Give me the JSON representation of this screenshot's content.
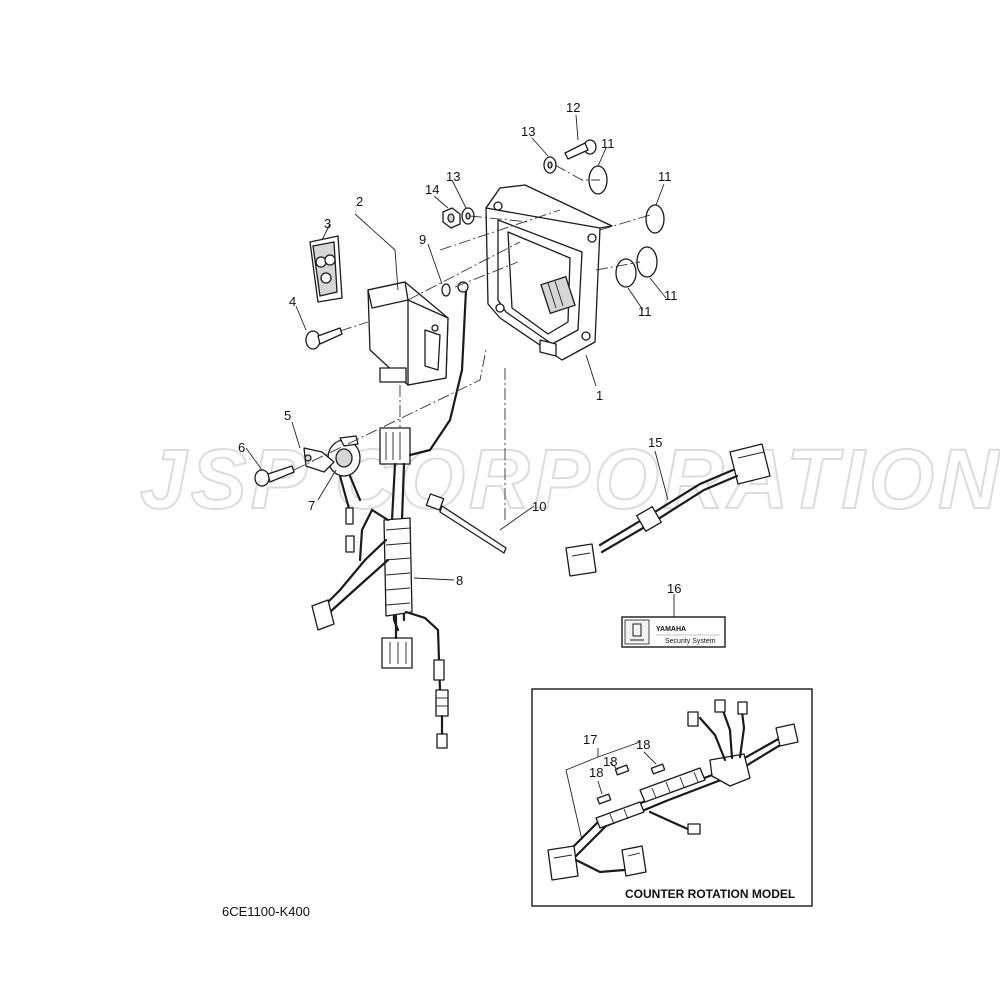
{
  "watermark": {
    "text": "JSP CORPORATION"
  },
  "callouts": [
    {
      "id": "c1",
      "label": "1"
    },
    {
      "id": "c2",
      "label": "2"
    },
    {
      "id": "c3",
      "label": "3"
    },
    {
      "id": "c4",
      "label": "4"
    },
    {
      "id": "c5",
      "label": "5"
    },
    {
      "id": "c6",
      "label": "6"
    },
    {
      "id": "c7",
      "label": "7"
    },
    {
      "id": "c8",
      "label": "8"
    },
    {
      "id": "c9",
      "label": "9"
    },
    {
      "id": "c10",
      "label": "10"
    },
    {
      "id": "c11a",
      "label": "11"
    },
    {
      "id": "c11b",
      "label": "11"
    },
    {
      "id": "c11c",
      "label": "11"
    },
    {
      "id": "c11d",
      "label": "11"
    },
    {
      "id": "c12",
      "label": "12"
    },
    {
      "id": "c13a",
      "label": "13"
    },
    {
      "id": "c13b",
      "label": "13"
    },
    {
      "id": "c14",
      "label": "14"
    },
    {
      "id": "c15",
      "label": "15"
    },
    {
      "id": "c16",
      "label": "16"
    },
    {
      "id": "c17",
      "label": "17"
    },
    {
      "id": "c18a",
      "label": "18"
    },
    {
      "id": "c18b",
      "label": "18"
    },
    {
      "id": "c18c",
      "label": "18"
    }
  ],
  "sticker": {
    "brand": "YAMAHA",
    "line": "Security System"
  },
  "inset": {
    "title": "COUNTER ROTATION MODEL"
  },
  "diagram_code": "6CE1100-K400"
}
